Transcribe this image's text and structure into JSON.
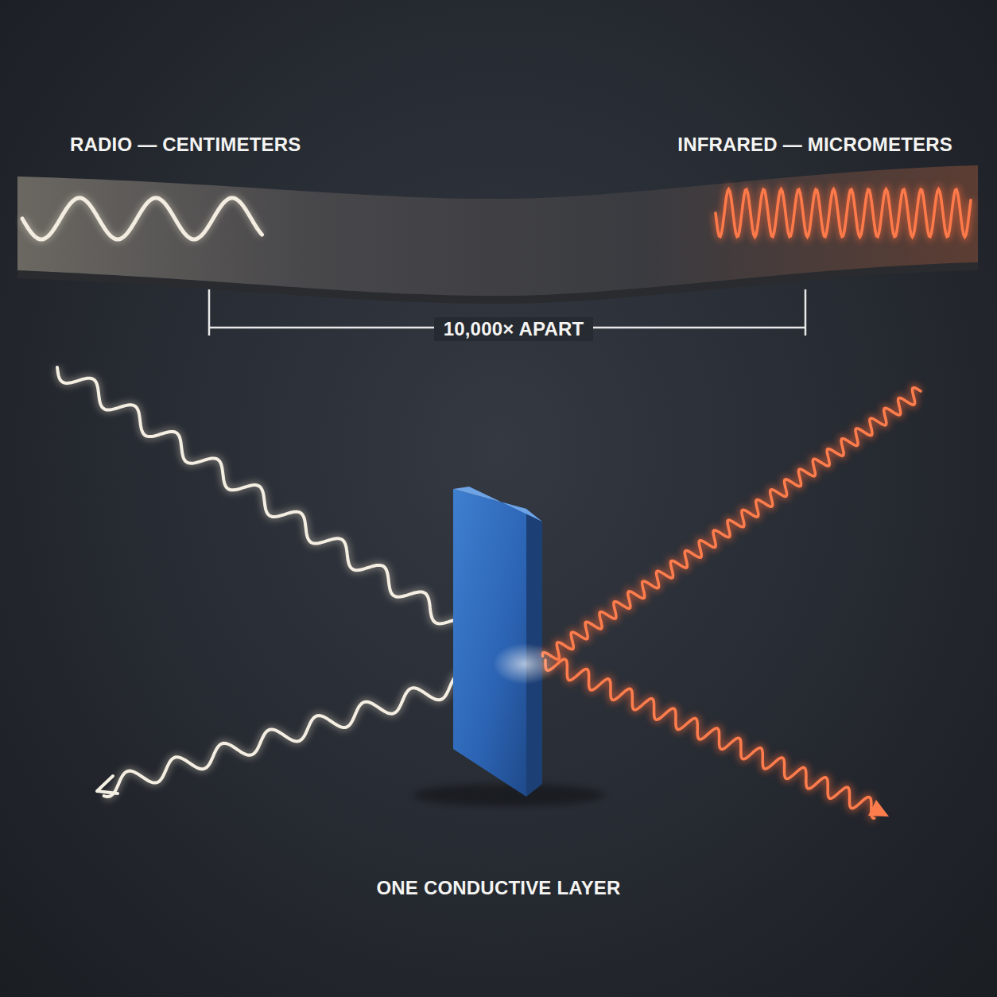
{
  "diagram": {
    "labels": [
      "RADIO — CENTIMETERS",
      "INFRARED — MICROMETERS",
      "10,000× APART",
      "ONE CONDUCTIVE LAYER"
    ]
  }
}
